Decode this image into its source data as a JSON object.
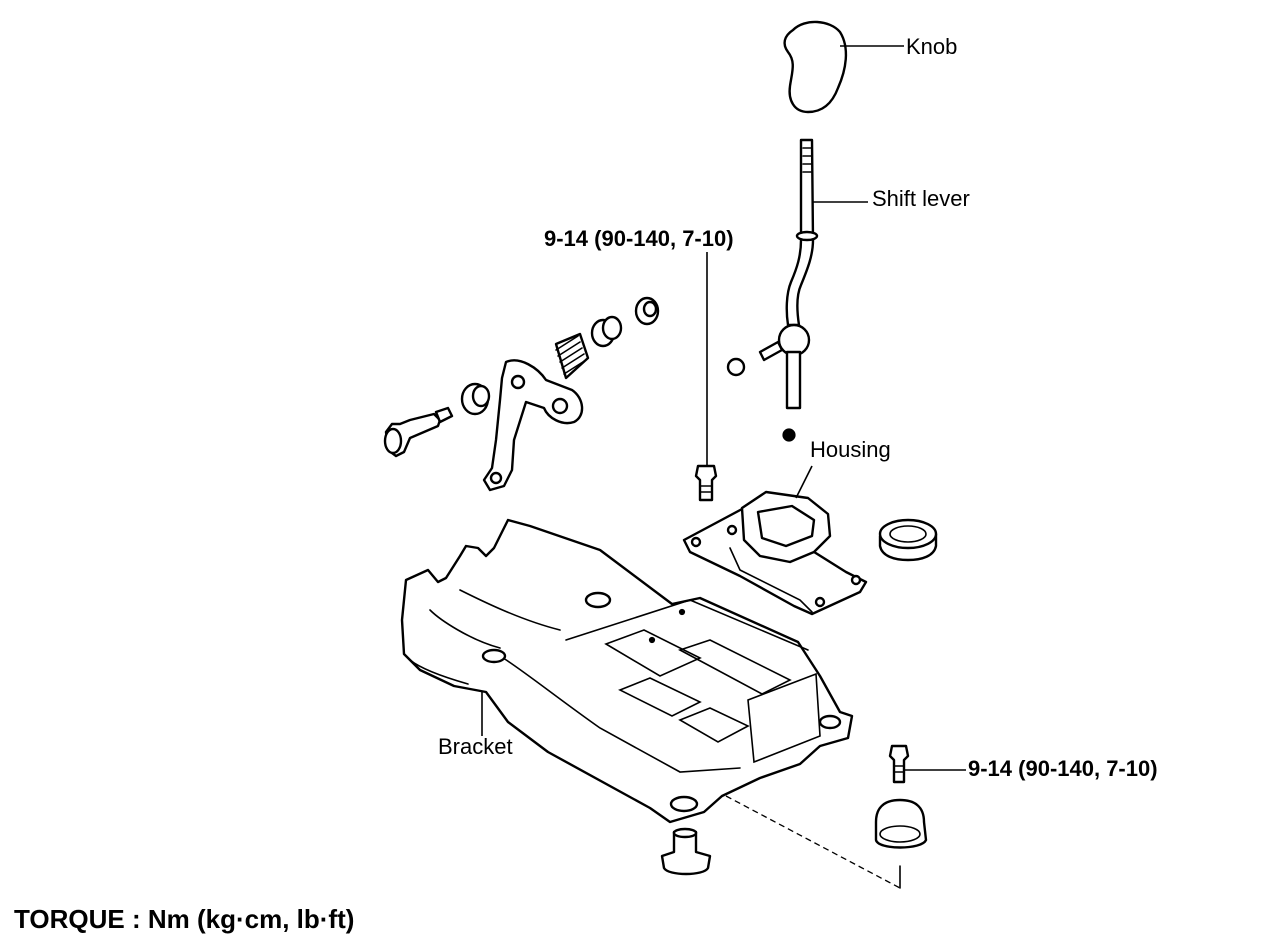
{
  "labels": {
    "knob": "Knob",
    "shift_lever": "Shift lever",
    "housing": "Housing",
    "bracket": "Bracket",
    "torque_upper": "9-14 (90-140, 7-10)",
    "torque_lower": "9-14 (90-140, 7-10)"
  },
  "footer": {
    "torque_units": "TORQUE : Nm (kg·cm, lb·ft)"
  }
}
